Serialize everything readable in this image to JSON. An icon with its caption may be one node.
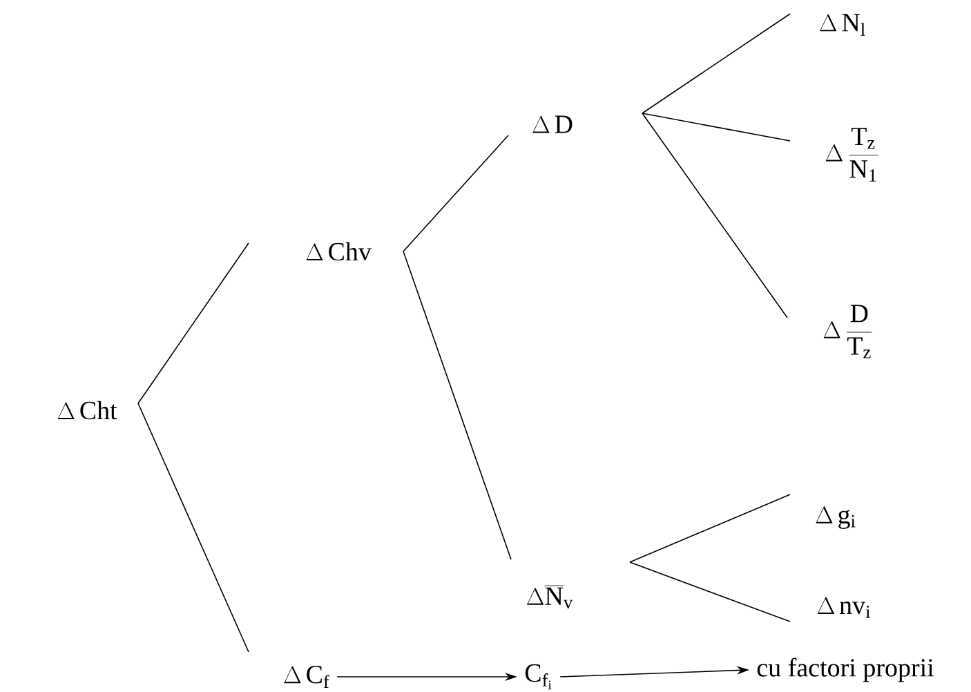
{
  "diagram": {
    "nodes": [
      {
        "text": [
          "\\Delta\\,\\mathrm{Cht}"
        ]
      },
      {
        "text": [
          "\\Delta\\,\\mathrm{Chv}"
        ]
      },
      {
        "text": [
          "\\Delta\\,\\mathrm{D}"
        ]
      },
      {
        "text": [
          "\\Delta\\,\\mathrm{N_l}"
        ]
      },
      {
        "text": [
          "\\Delta\\,\\frac{\\mathrm{T_z}}{\\mathrm{N_1}}"
        ]
      },
      {
        "text": [
          "\\Delta\\,\\frac{\\mathrm{D}}{\\mathrm{T_z}}"
        ]
      },
      {
        "text": [
          "\\Delta\\overline{\\mathrm{N}}_{\\mathrm{v}}"
        ]
      },
      {
        "text": [
          "\\Delta\\,\\mathrm{g_i}"
        ]
      },
      {
        "text": [
          "\\Delta\\,\\mathrm{nv_i}"
        ]
      },
      {
        "text": [
          "\\Delta\\,\\mathrm{C_f}"
        ]
      },
      {
        "text": [
          "\\mathrm{C_{f_i}}"
        ]
      },
      {
        "text": [
          "\\mathrm{cu\\ factori\\ proprii}"
        ]
      }
    ],
    "edges": [
      {
        "from": 0,
        "to": 1,
        "arrow": "none"
      },
      {
        "from": 0,
        "to": 9,
        "arrow": "none"
      },
      {
        "from": 1,
        "to": 2,
        "arrow": "none"
      },
      {
        "from": 1,
        "to": 6,
        "arrow": "none"
      },
      {
        "from": 2,
        "to": 3,
        "arrow": "none"
      },
      {
        "from": 2,
        "to": 4,
        "arrow": "none"
      },
      {
        "from": 2,
        "to": 5,
        "arrow": "none"
      },
      {
        "from": 6,
        "to": 7,
        "arrow": "none"
      },
      {
        "from": 6,
        "to": 8,
        "arrow": "none"
      },
      {
        "from": 9,
        "to": 10,
        "arrow": "to"
      },
      {
        "from": 10,
        "to": 11,
        "arrow": "to"
      }
    ]
  }
}
